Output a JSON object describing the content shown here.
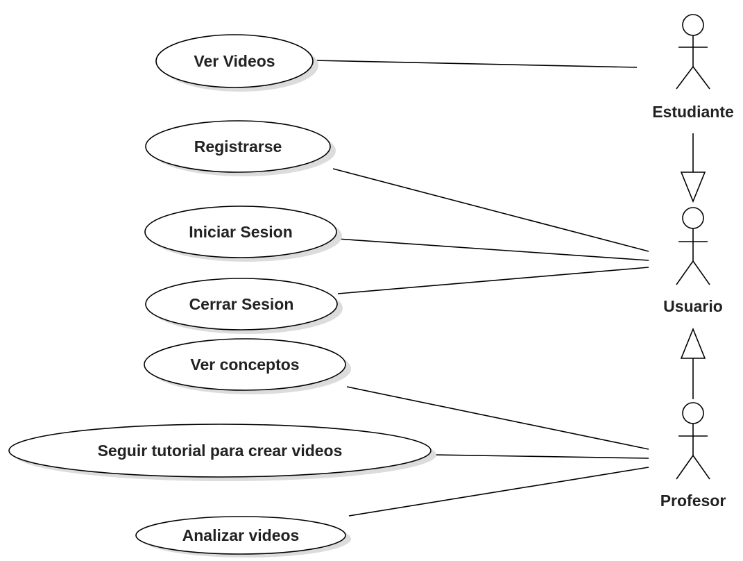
{
  "use_cases": [
    {
      "id": "ver-videos",
      "label": "Ver Videos"
    },
    {
      "id": "registrarse",
      "label": "Registrarse"
    },
    {
      "id": "iniciar-sesion",
      "label": "Iniciar Sesion"
    },
    {
      "id": "cerrar-sesion",
      "label": "Cerrar Sesion"
    },
    {
      "id": "ver-conceptos",
      "label": "Ver conceptos"
    },
    {
      "id": "seguir-tutorial",
      "label": "Seguir tutorial para crear videos"
    },
    {
      "id": "analizar-videos",
      "label": "Analizar videos"
    }
  ],
  "actors": [
    {
      "id": "estudiante",
      "label": "Estudiante"
    },
    {
      "id": "usuario",
      "label": "Usuario"
    },
    {
      "id": "profesor",
      "label": "Profesor"
    }
  ],
  "associations": [
    {
      "use_case": "ver-videos",
      "actor": "estudiante"
    },
    {
      "use_case": "registrarse",
      "actor": "usuario"
    },
    {
      "use_case": "iniciar-sesion",
      "actor": "usuario"
    },
    {
      "use_case": "cerrar-sesion",
      "actor": "usuario"
    },
    {
      "use_case": "ver-conceptos",
      "actor": "profesor"
    },
    {
      "use_case": "seguir-tutorial",
      "actor": "profesor"
    },
    {
      "use_case": "analizar-videos",
      "actor": "profesor"
    }
  ],
  "generalizations": [
    {
      "child": "estudiante",
      "parent": "usuario"
    },
    {
      "child": "profesor",
      "parent": "usuario"
    }
  ]
}
